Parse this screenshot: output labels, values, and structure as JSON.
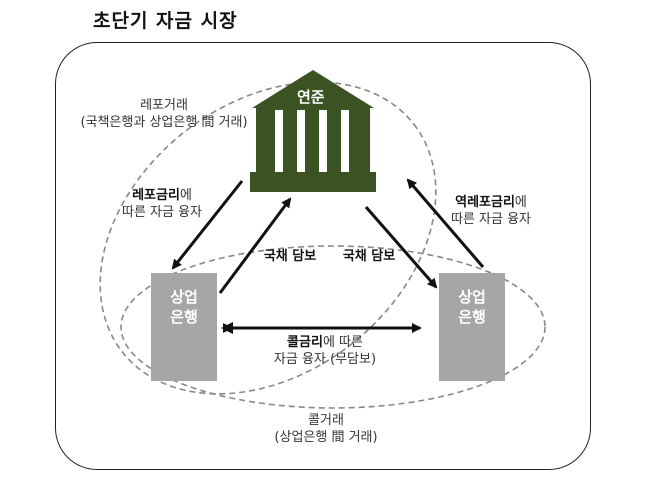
{
  "title": "초단기 자금 시장",
  "central_bank": {
    "label": "연준",
    "color": "#3b5323"
  },
  "left_bank": {
    "line1": "상업",
    "line2": "은행",
    "color": "#a7a6a6"
  },
  "right_bank": {
    "line1": "상업",
    "line2": "은행",
    "color": "#a7a6a6"
  },
  "repo_market": {
    "line1": "레포거래",
    "line2": "(국책은행과 상업은행 間 거래)"
  },
  "repo_rate_loan": {
    "bold": "레포금리",
    "suffix": "에",
    "line2": "따른 자금 융자"
  },
  "reverse_repo_loan": {
    "bold": "역레포금리",
    "suffix": "에",
    "line2": "따른 자금 융자"
  },
  "collateral_left": "국채 담보",
  "collateral_right": "국채 담보",
  "call_loan": {
    "bold": "콜금리",
    "suffix": "에 따른",
    "line2": "자금 융자 (무담보)"
  },
  "call_market": {
    "line1": "콜거래",
    "line2": "(상업은행 間 거래)"
  }
}
